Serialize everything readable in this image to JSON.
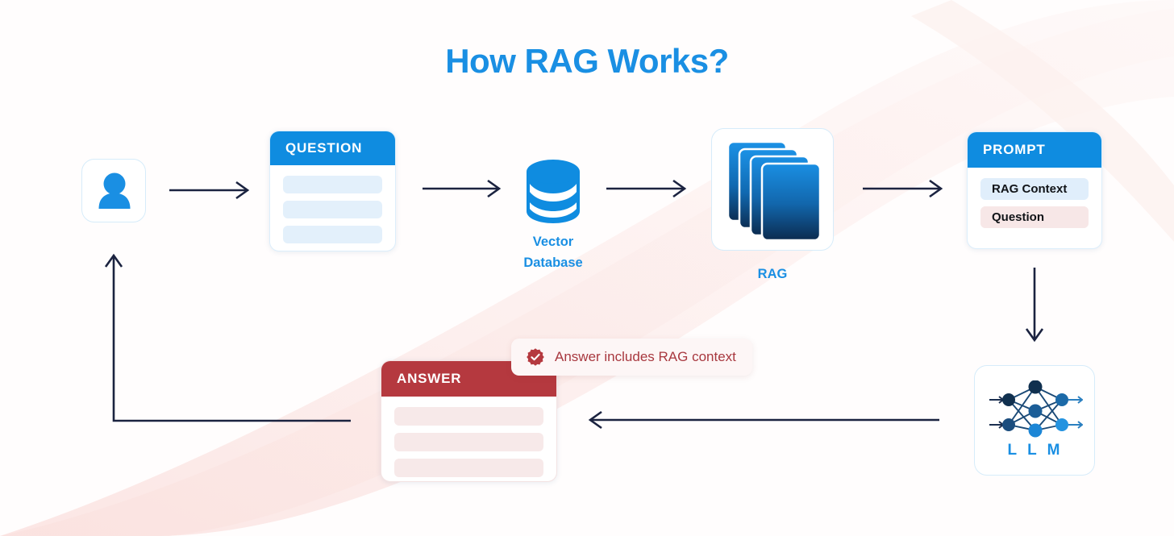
{
  "page": {
    "title": "How RAG Works?",
    "title_color": "#1a8fe3",
    "background": "#fffdfd"
  },
  "colors": {
    "blue_header": "#0f8ce0",
    "red_header": "#b5393f",
    "arrow": "#1b2340",
    "label_blue": "#1a8fe3",
    "badge_text": "#a8383f",
    "bar_blue": "#e3f0fb",
    "bar_red": "#f7e9e9"
  },
  "nodes": {
    "user": {
      "icon": "user-person-icon"
    },
    "question": {
      "header": "QUESTION",
      "bars": [
        "",
        "",
        ""
      ]
    },
    "vector_database": {
      "icon": "database-cylinder-icon",
      "label_line1": "Vector",
      "label_line2": "Database"
    },
    "rag": {
      "icon": "stacked-documents-icon",
      "label": "RAG"
    },
    "prompt": {
      "header": "PROMPT",
      "rows": [
        {
          "label": "RAG Context",
          "tone": "blue"
        },
        {
          "label": "Question",
          "tone": "red"
        }
      ]
    },
    "llm": {
      "icon": "neural-network-icon",
      "label": "L L M"
    },
    "answer": {
      "header": "ANSWER",
      "bars": [
        "",
        "",
        ""
      ]
    },
    "badge": {
      "icon": "verified-seal-icon",
      "text": "Answer includes RAG context"
    }
  },
  "flow": {
    "edges": [
      {
        "from": "user",
        "to": "question",
        "direction": "right"
      },
      {
        "from": "question",
        "to": "vector_database",
        "direction": "right"
      },
      {
        "from": "vector_database",
        "to": "rag",
        "direction": "right"
      },
      {
        "from": "rag",
        "to": "prompt",
        "direction": "right"
      },
      {
        "from": "prompt",
        "to": "llm",
        "direction": "down"
      },
      {
        "from": "llm",
        "to": "answer",
        "direction": "left"
      },
      {
        "from": "answer",
        "to": "user",
        "direction": "feedback-loop-up"
      }
    ]
  }
}
